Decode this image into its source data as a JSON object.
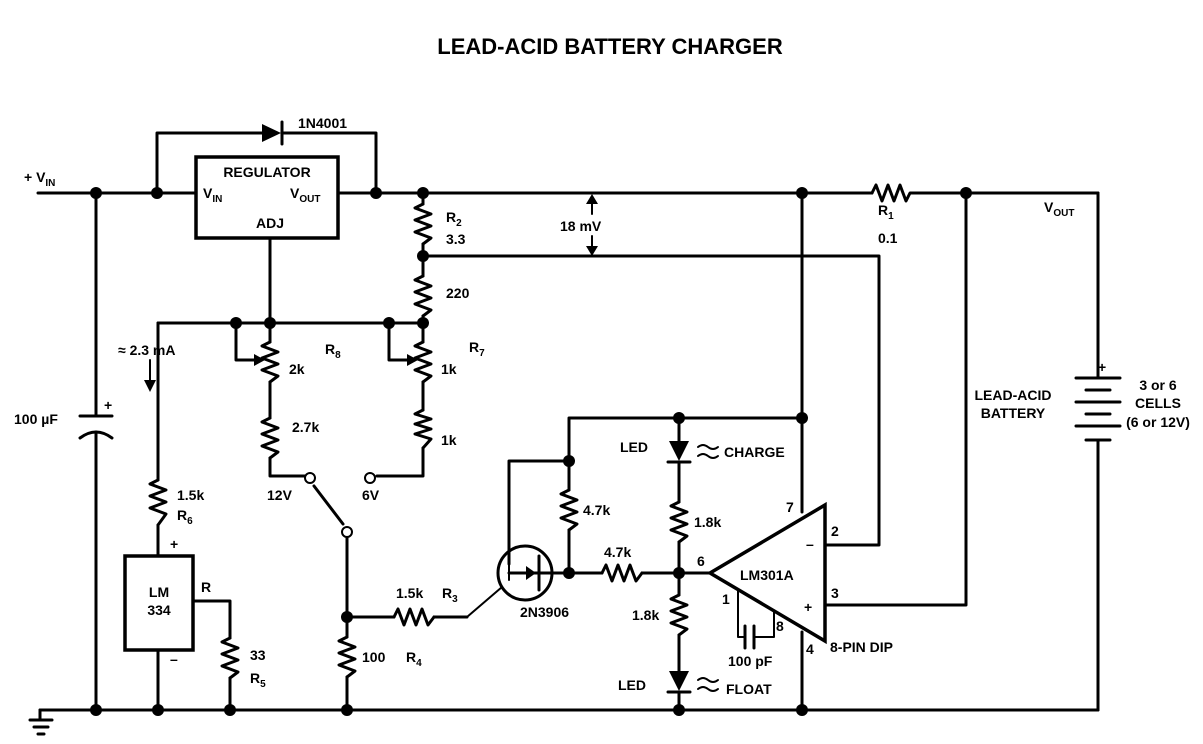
{
  "title": "LEAD-ACID BATTERY CHARGER",
  "labels": {
    "vin": "+ V",
    "vin_sub": "IN",
    "diode": "1N4001",
    "regulator": "REGULATOR",
    "reg_vin": "V",
    "reg_vin_sub": "IN",
    "reg_vout": "V",
    "reg_vout_sub": "OUT",
    "reg_adj": "ADJ",
    "r2_name": "R",
    "r2_sub": "2",
    "r2_value": "3.3",
    "r220": "220",
    "mv18": "18 mV",
    "r1_name": "R",
    "r1_sub": "1",
    "r1_value": "0.1",
    "vout": "V",
    "vout_sub": "OUT",
    "current": "≈ 2.3 mA",
    "r8_value": "2k",
    "r8_name": "R",
    "r8_sub": "8",
    "r7_value": "1k",
    "r7_name": "R",
    "r7_sub": "7",
    "r27k": "2.7k",
    "r1k": "1k",
    "cap100": "100 µF",
    "cap_plus": "+",
    "v12": "12V",
    "v6": "6V",
    "r15k_top": "1.5k",
    "r6_name": "R",
    "r6_sub": "6",
    "lm334_plus": "+",
    "lm334_minus": "–",
    "lm334_line1": "LM",
    "lm334_line2": "334",
    "lm334_r": "R",
    "r5_value": "33",
    "r5_name": "R",
    "r5_sub": "5",
    "r3_value": "1.5k",
    "r3_name": "R",
    "r3_sub": "3",
    "r4_value": "100",
    "r4_name": "R",
    "r4_sub": "4",
    "transistor": "2N3906",
    "r47k_a": "4.7k",
    "r47k_b": "4.7k",
    "led_charge": "LED",
    "charge": "CHARGE",
    "r18k_a": "1.8k",
    "r18k_b": "1.8k",
    "led_float": "LED",
    "float": "FLOAT",
    "opamp": "LM301A",
    "pin7": "7",
    "pin2": "2",
    "pin3": "3",
    "pin6": "6",
    "pin1": "1",
    "pin8": "8",
    "pin4": "4",
    "minus": "–",
    "plus": "+",
    "pkg": "8-PIN DIP",
    "pf100": "100 pF",
    "battery_line1": "LEAD-ACID",
    "battery_line2": "BATTERY",
    "batt_plus": "+",
    "cells_line1": "3 or 6",
    "cells_line2": "CELLS",
    "cells_line3": "(6 or 12V)"
  }
}
